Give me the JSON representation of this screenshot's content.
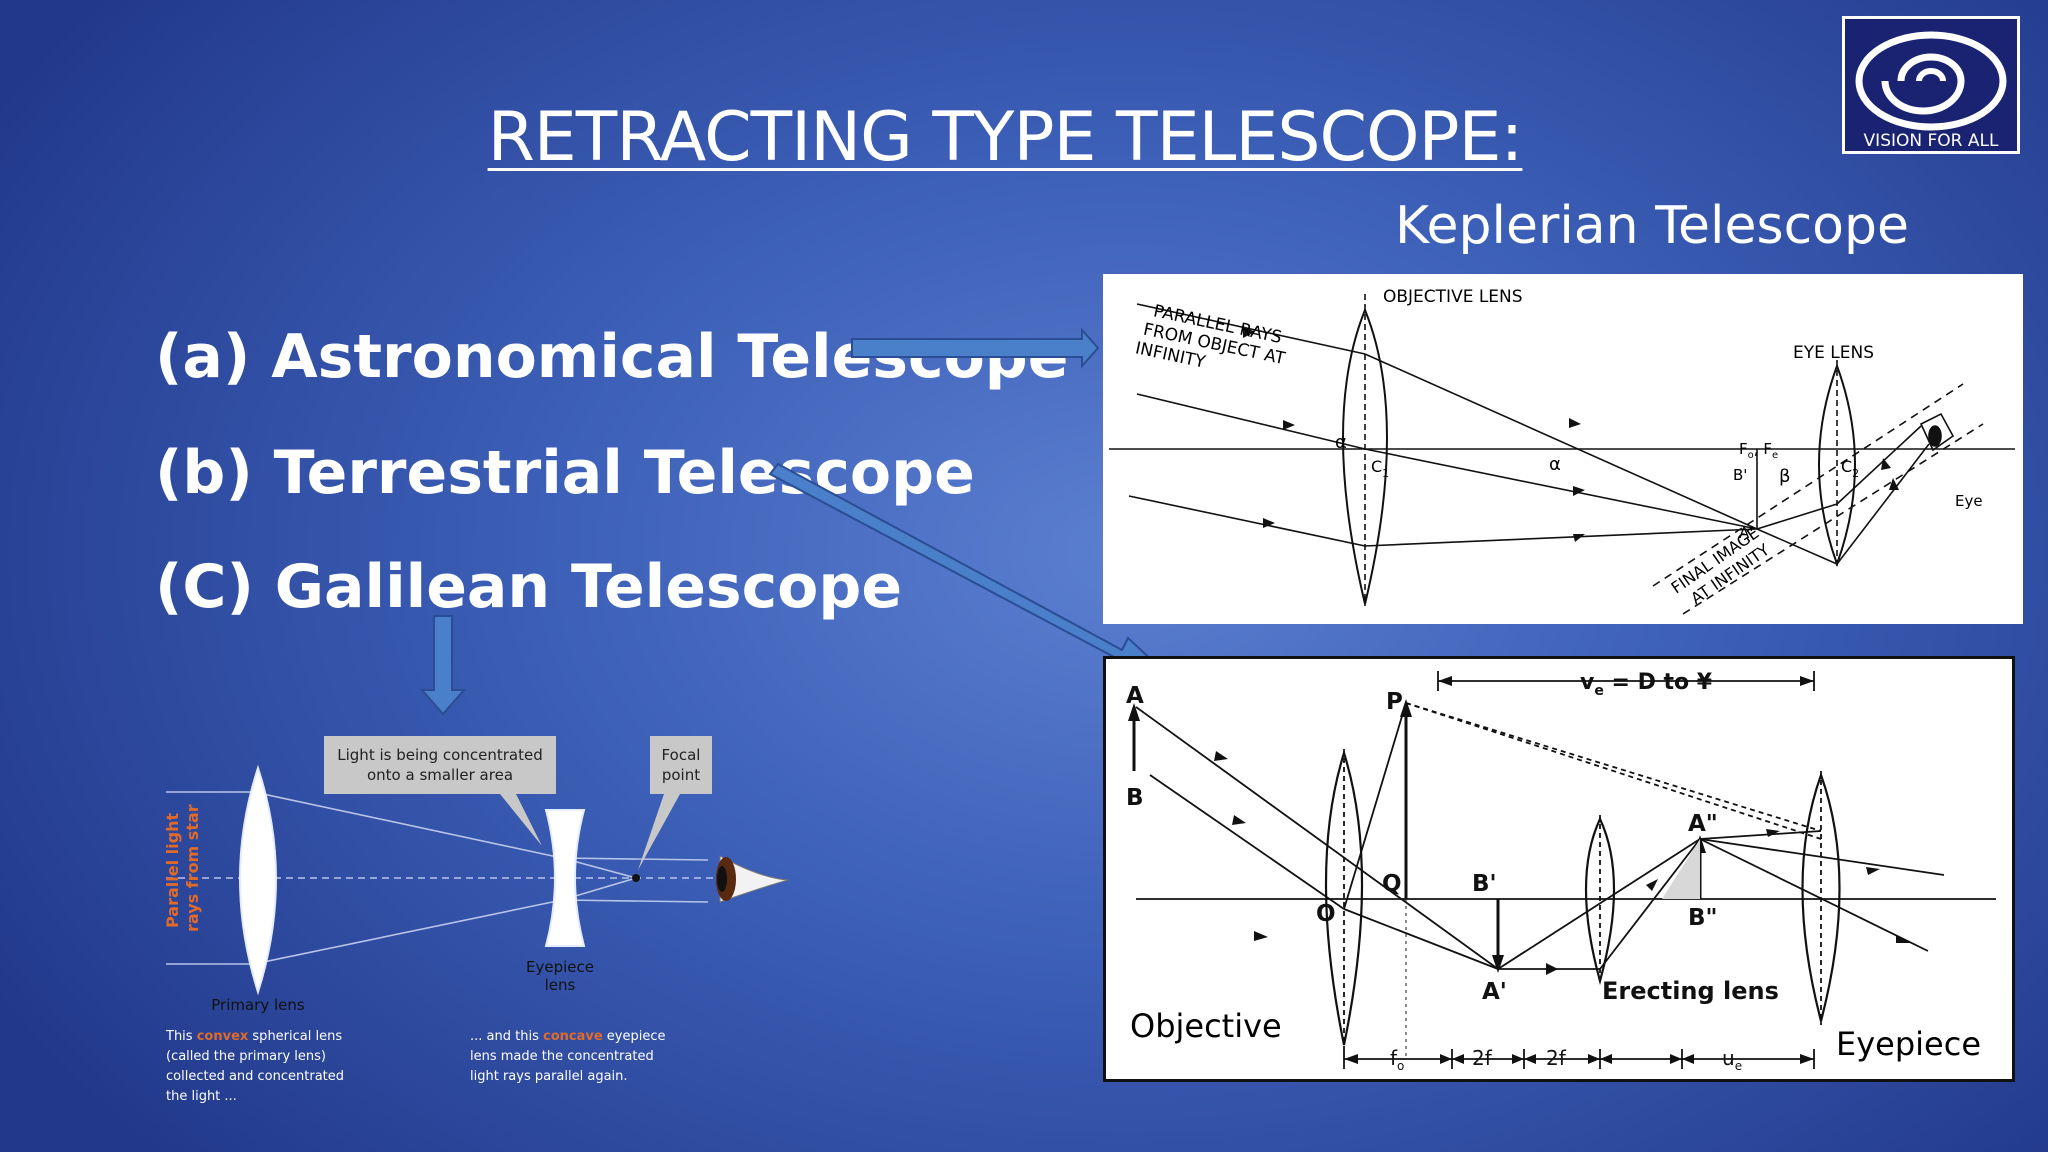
{
  "slide": {
    "title": "RETRACTING TYPE TELESCOPE:",
    "subtitle": "Keplerian Telescope",
    "items": [
      "(a) Astronomical Telescope",
      "(b) Terrestrial Telescope",
      "(C) Galilean Telescope"
    ]
  },
  "logo": {
    "text": "VISION FOR ALL"
  },
  "kepler": {
    "objective_lens": "OBJECTIVE LENS",
    "eye_lens": "EYE LENS",
    "parallel_rays": [
      "PARALLEL RAYS",
      "FROM OBJECT AT",
      "INFINITY"
    ],
    "final_image": [
      "FINAL IMAGE",
      "AT INFINITY"
    ],
    "alpha": "α",
    "beta": "β",
    "c1": "C",
    "c1_sub": "1",
    "c2": "C",
    "c2_sub": "2",
    "fo_fe": "F",
    "fo_sub": "o",
    "fe_sub": "e",
    "b_prime": "B'",
    "a_prime": "A'",
    "eye": "Eye"
  },
  "terrestrial": {
    "top_label": "v",
    "top_sub": "e",
    "top_rest": " = D to ¥",
    "A": "A",
    "B": "B",
    "P": "P",
    "Q": "Q",
    "O": "O",
    "Bp": "B'",
    "Ap": "A'",
    "App": "A\"",
    "Bpp": "B\"",
    "erecting": "Erecting lens",
    "objective": "Objective",
    "eyepiece": "Eyepiece",
    "dims": [
      "f",
      "2f",
      "2f",
      "u"
    ],
    "dim_subs": [
      "o",
      "",
      "",
      "e"
    ]
  },
  "galilean": {
    "concentrated": [
      "Light is being concentrated",
      "onto a smaller area"
    ],
    "focal": [
      "Focal",
      "point"
    ],
    "parallel": [
      "Parallel light",
      "rays from star"
    ],
    "eyepiece": [
      "Eyepiece",
      "lens"
    ],
    "primary": "Primary lens",
    "left_caption": [
      "This ",
      "convex",
      " spherical lens",
      "(called the primary lens)",
      "collected and concentrated",
      "the light ..."
    ],
    "right_caption": [
      "... and this ",
      "concave",
      " eyepiece",
      "lens made the concentrated",
      "light rays parallel again."
    ]
  },
  "colors": {
    "accent_orange": "#e06a2a",
    "arrow_blue": "#4a7fc9",
    "callout_gray": "#c8c8c8"
  }
}
